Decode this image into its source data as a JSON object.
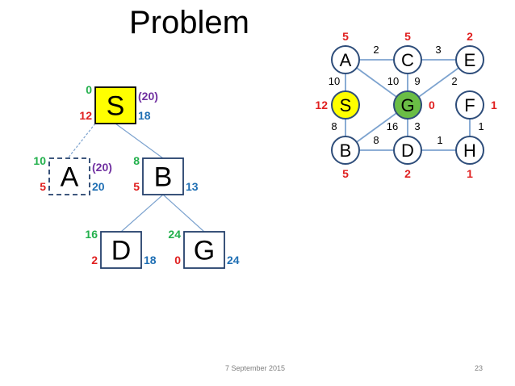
{
  "slide": {
    "title": "Problem",
    "footer_date": "7 September 2015",
    "slide_number": "23"
  },
  "colors": {
    "green": "#22b04c",
    "red": "#e02020",
    "purple": "#7030a0",
    "blue": "#1f6fb4",
    "box_border": "#24406c",
    "edge": "#7da3cf",
    "node_border": "#2e4d7a",
    "start_fill": "#ffff00",
    "goal_fill": "#6abd45"
  },
  "search_tree": {
    "nodes": [
      {
        "id": "S",
        "label": "S",
        "top_left": "0",
        "bottom_left": "12",
        "top_right": "(20)",
        "bottom_right": "18",
        "highlight": "start"
      },
      {
        "id": "A",
        "label": "A",
        "top_left": "10",
        "bottom_left": "5",
        "top_right": "(20)",
        "bottom_right": "20",
        "dashed": true
      },
      {
        "id": "B",
        "label": "B",
        "top_left": "8",
        "bottom_left": "5",
        "top_right": "",
        "bottom_right": "13"
      },
      {
        "id": "D",
        "label": "D",
        "top_left": "16",
        "bottom_left": "2",
        "top_right": "",
        "bottom_right": "18"
      },
      {
        "id": "G",
        "label": "G",
        "top_left": "24",
        "bottom_left": "0",
        "top_right": "",
        "bottom_right": "24"
      }
    ],
    "edges": [
      {
        "from": "S",
        "to": "A",
        "dashed": true
      },
      {
        "from": "S",
        "to": "B"
      },
      {
        "from": "B",
        "to": "D"
      },
      {
        "from": "B",
        "to": "G"
      }
    ]
  },
  "graph": {
    "nodes": [
      {
        "id": "A",
        "label": "A",
        "heuristic": "5"
      },
      {
        "id": "C",
        "label": "C",
        "heuristic": "5"
      },
      {
        "id": "E",
        "label": "E",
        "heuristic": "2"
      },
      {
        "id": "S",
        "label": "S",
        "heuristic": "12",
        "fill": "start"
      },
      {
        "id": "G",
        "label": "G",
        "heuristic": "0",
        "fill": "goal"
      },
      {
        "id": "F",
        "label": "F",
        "heuristic": "1"
      },
      {
        "id": "B",
        "label": "B",
        "heuristic": "5"
      },
      {
        "id": "D",
        "label": "D",
        "heuristic": "2"
      },
      {
        "id": "H",
        "label": "H",
        "heuristic": "1"
      }
    ],
    "edges": [
      {
        "from": "A",
        "to": "C",
        "weight": "2"
      },
      {
        "from": "C",
        "to": "E",
        "weight": "3"
      },
      {
        "from": "A",
        "to": "S",
        "weight": "10"
      },
      {
        "from": "A",
        "to": "G",
        "weight": "10"
      },
      {
        "from": "C",
        "to": "G",
        "weight": "9"
      },
      {
        "from": "E",
        "to": "G",
        "weight": "2"
      },
      {
        "from": "S",
        "to": "B",
        "weight": "8"
      },
      {
        "from": "B",
        "to": "G",
        "weight": "16"
      },
      {
        "from": "G",
        "to": "D",
        "weight": "3"
      },
      {
        "from": "B",
        "to": "D",
        "weight": "8"
      },
      {
        "from": "D",
        "to": "H",
        "weight": "1"
      },
      {
        "from": "F",
        "to": "H",
        "weight": "1"
      }
    ]
  }
}
